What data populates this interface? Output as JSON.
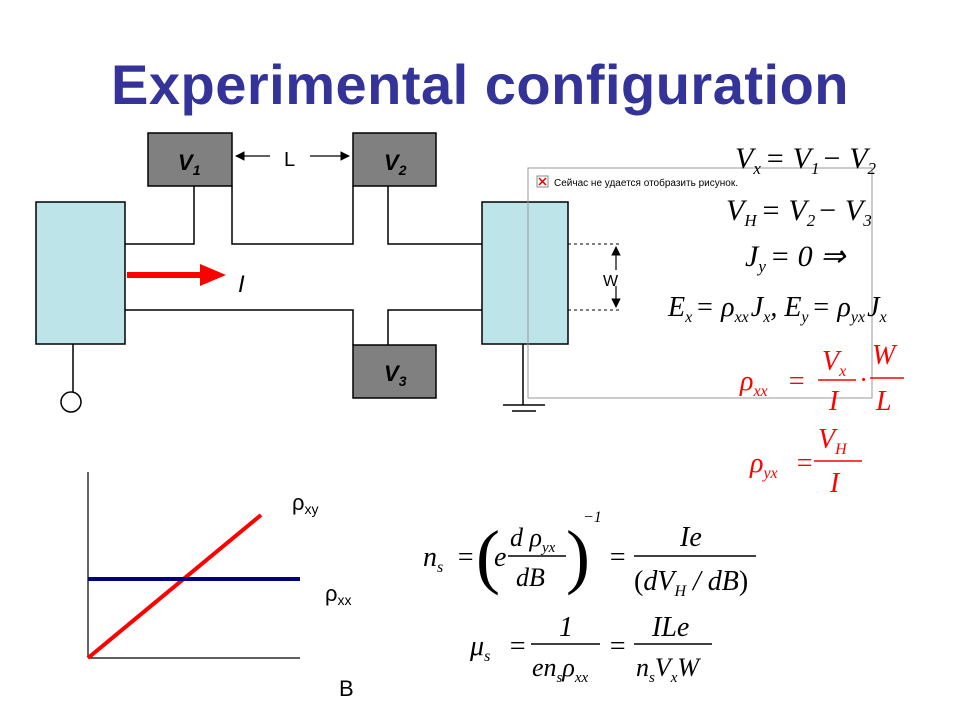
{
  "slide": {
    "title": "Experimental configuration"
  },
  "device": {
    "v1": {
      "letter": "V",
      "sub": "1"
    },
    "v2": {
      "letter": "V",
      "sub": "2"
    },
    "v3": {
      "letter": "V",
      "sub": "3"
    },
    "length_label": "L",
    "width_label": "W",
    "current_label": "I"
  },
  "broken_image": {
    "message": "Сейчас не удается отобразить рисунок."
  },
  "equations": {
    "vx": {
      "lhs": "V",
      "lhs_sub": "x",
      "rhs": "= V",
      "rhs_sub1": "1",
      "minus": "− V",
      "rhs_sub2": "2"
    },
    "vh": {
      "lhs": "V",
      "lhs_sub": "H",
      "rhs": "= V",
      "rhs_sub1": "2",
      "minus": "− V",
      "rhs_sub2": "3"
    },
    "jy": {
      "lhs": "J",
      "lhs_sub": "y",
      "rhs": "= 0 ⇒"
    },
    "ex": {
      "text": "E",
      "sub_x": "x",
      "eq": "= ρ",
      "sub_xx": "xx",
      "j": "J",
      "sub_jx": "x",
      "comma": ", E",
      "sub_y": "y",
      "eq2": "= ρ",
      "sub_yx": "yx",
      "j2": "J",
      "sub_jx2": "x"
    },
    "rho_xx": {
      "lhs": "ρ",
      "lhs_sub": "xx",
      "num1": "V",
      "num1_sub": "x",
      "den1": "I",
      "num2": "W",
      "den2": "L"
    },
    "rho_yx": {
      "lhs": "ρ",
      "lhs_sub": "yx",
      "num": "V",
      "num_sub": "H",
      "den": "I"
    },
    "ns": {
      "lhs": "n",
      "lhs_sub": "s",
      "num_d": "d ρ",
      "num_sub": "yx",
      "den_d": "dB",
      "prefix_e": "e",
      "power": "−1",
      "num2": "Ie",
      "den2": "dV",
      "den2_sub": "H",
      "den2_rest": " / dB"
    },
    "mu": {
      "lhs": "μ",
      "lhs_sub": "s",
      "num1": "1",
      "den1": "en",
      "den1_sub": "s",
      "den1_rho": "ρ",
      "den1_rho_sub": "xx",
      "num2": "ILe",
      "den2": "n",
      "den2_sub": "s",
      "den2_v": "V",
      "den2_vsub": "x",
      "den2_w": "W"
    }
  },
  "chart_data": {
    "type": "line",
    "title": "",
    "xlabel": "B",
    "ylabel": "",
    "series": [
      {
        "name": "ρxy",
        "label": "ρ",
        "label_sub": "xy",
        "color": "#ff0000",
        "x": [
          0,
          1
        ],
        "y": [
          0,
          1
        ]
      },
      {
        "name": "ρxx",
        "label": "ρ",
        "label_sub": "xx",
        "color": "#000080",
        "x": [
          0,
          1
        ],
        "y": [
          0.5,
          0.5
        ]
      }
    ],
    "grid": false
  }
}
